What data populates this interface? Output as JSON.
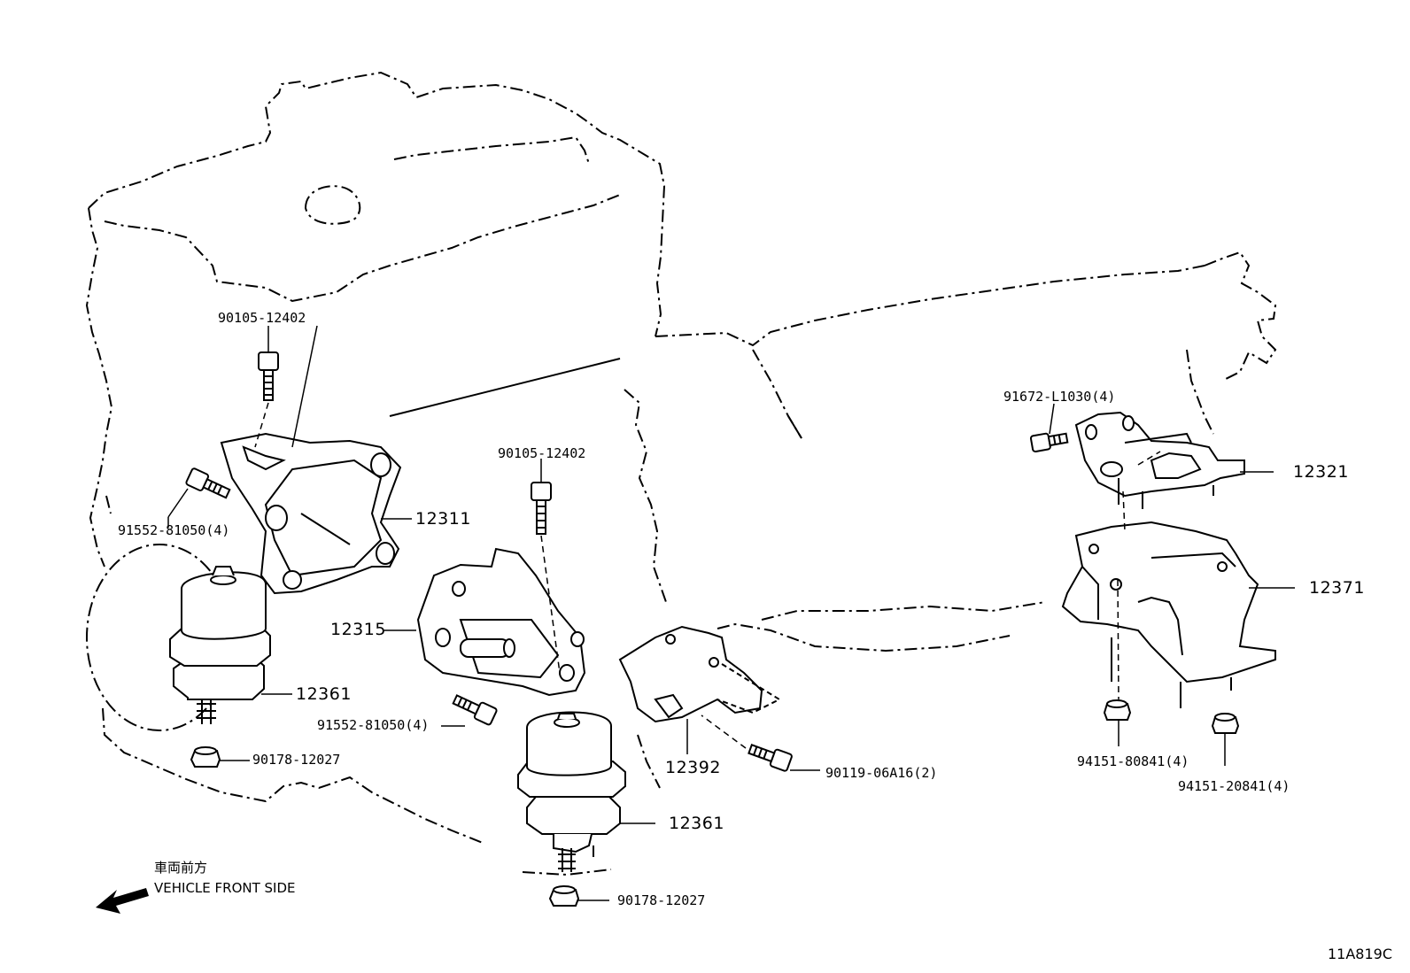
{
  "parts": {
    "bolt_90105_top_left": "90105-12402",
    "bracket_12311": "12311",
    "bolt_91552_left": "91552-81050(4)",
    "insulator_12361_left": "12361",
    "nut_90178_left": "90178-12027",
    "bolt_90105_center": "90105-12402",
    "bracket_12315": "12315",
    "bolt_91552_center": "91552-81050(4)",
    "insulator_12361_center": "12361",
    "nut_90178_center": "90178-12027",
    "bracket_12392": "12392",
    "bolt_90119": "90119-06A16(2)",
    "bolt_91672": "91672-L1030(4)",
    "insulator_12321": "12321",
    "member_12371": "12371",
    "nut_94151_80841": "94151-80841(4)",
    "nut_94151_20841": "94151-20841(4)"
  },
  "direction": {
    "japanese": "車両前方",
    "english": "VEHICLE FRONT SIDE",
    "icon": "arrow-left-icon"
  },
  "diagram_code": "11A819C"
}
